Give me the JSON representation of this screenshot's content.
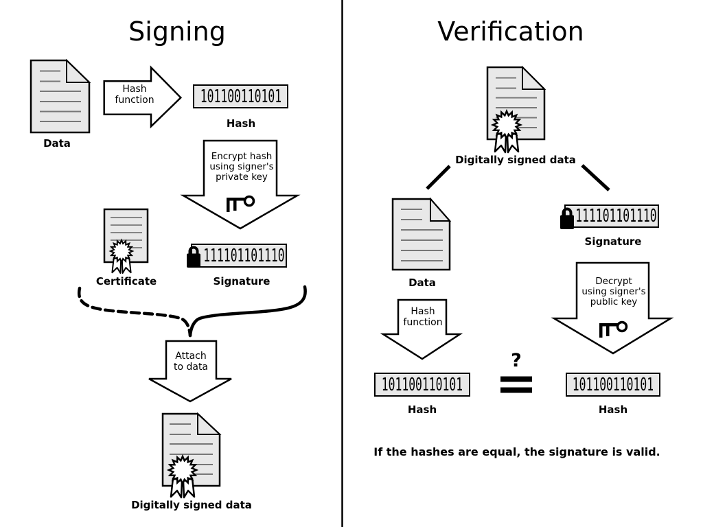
{
  "signing": {
    "title": "Signing",
    "data_doc": {
      "label": "Data"
    },
    "hash_function_arrow": {
      "line1": "Hash",
      "line2": "function"
    },
    "hash_box": {
      "value": "101100110101",
      "label": "Hash"
    },
    "encrypt_arrow": {
      "line1": "Encrypt hash",
      "line2": "using signer's",
      "line3": "private key"
    },
    "signature_box": {
      "value": "111101101110",
      "label": "Signature"
    },
    "certificate": {
      "label": "Certificate"
    },
    "attach_arrow": {
      "line1": "Attach",
      "line2": "to data"
    },
    "signed_doc": {
      "label": "Digitally signed data"
    }
  },
  "verification": {
    "title": "Verification",
    "signed_doc": {
      "label": "Digitally signed data"
    },
    "data_doc": {
      "label": "Data"
    },
    "signature_box": {
      "value": "111101101110",
      "label": "Signature"
    },
    "hash_function_arrow": {
      "line1": "Hash",
      "line2": "function"
    },
    "decrypt_arrow": {
      "line1": "Decrypt",
      "line2": "using signer's",
      "line3": "public key"
    },
    "hash_box_left": {
      "value": "101100110101",
      "label": "Hash"
    },
    "hash_box_right": {
      "value": "101100110101",
      "label": "Hash"
    },
    "comparison": {
      "question_mark": "?"
    },
    "conclusion": "If the hashes are equal, the signature is valid."
  },
  "colors": {
    "document_fill": "#e8e8e8",
    "box_fill": "#e8e8e8",
    "document_line": "#777777",
    "ink": "#000000",
    "background": "#ffffff"
  }
}
